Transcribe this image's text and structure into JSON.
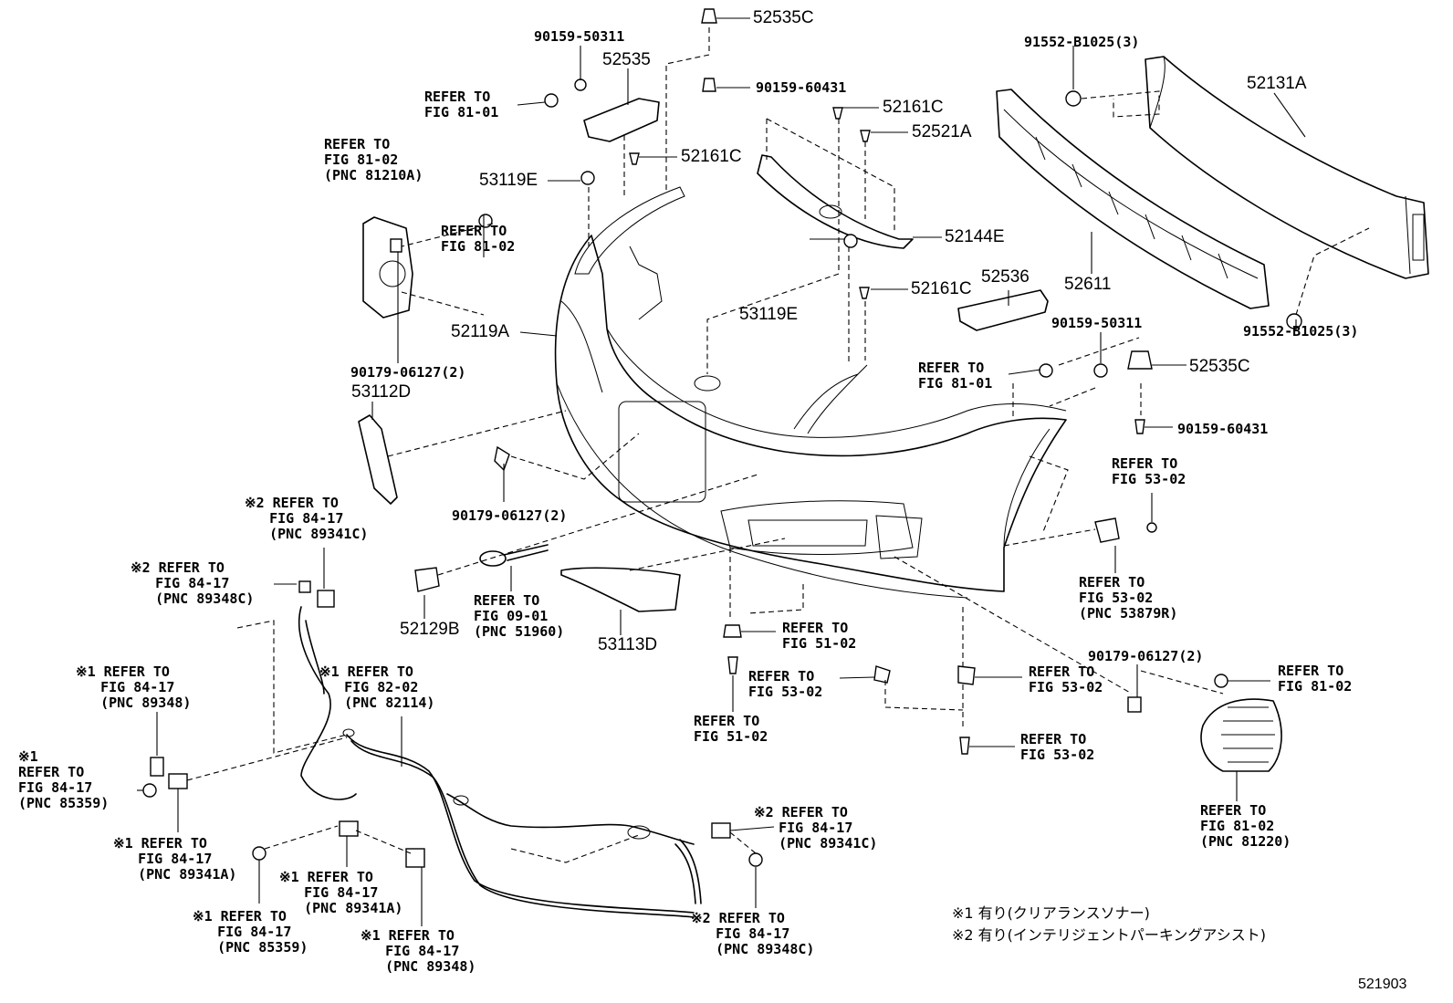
{
  "labels": {
    "p52535C_top": "52535C",
    "p90159_50311_top": "90159-50311",
    "p52535": "52535",
    "p90159_60431_top": "90159-60431",
    "refer_81_01_top": "REFER TO\nFIG 81-01",
    "p52161C_a": "52161C",
    "p52521A": "52521A",
    "p52161C_b": "52161C",
    "refer_81_02_81210A": "REFER TO\nFIG 81-02\n(PNC 81210A)",
    "p53119E_top": "53119E",
    "refer_81_02_mid": "REFER TO\nFIG 81-02",
    "p52119A": "52119A",
    "p90179_06127_left": "90179-06127(2)",
    "p53112D": "53112D",
    "p91552_top": "91552-B1025(3)",
    "p52131A": "52131A",
    "p52144E": "52144E",
    "p52611": "52611",
    "p91552_bot": "91552-B1025(3)",
    "p52161C_c": "52161C",
    "p52536": "52536",
    "p53119E_mid": "53119E",
    "p90159_50311_right": "90159-50311",
    "refer_81_01_right": "REFER TO\nFIG 81-01",
    "p52535C_right": "52535C",
    "p90159_60431_right": "90159-60431",
    "refer_53_02_top": "REFER TO\nFIG 53-02",
    "p90179_06127_center": "90179-06127(2)",
    "refer_84_17_89341C_top": "※2 REFER TO\n   FIG 84-17\n   (PNC 89341C)",
    "refer_84_17_89348C_left": "※2 REFER TO\n   FIG 84-17\n   (PNC 89348C)",
    "p52129B": "52129B",
    "refer_09_01": "REFER TO\nFIG 09-01\n(PNC 51960)",
    "p53113D": "53113D",
    "refer_53_02_53879R": "REFER TO\nFIG 53-02\n(PNC 53879R)",
    "refer_51_02_a": "REFER TO\nFIG 51-02",
    "refer_53_02_center": "REFER TO\nFIG 53-02",
    "refer_51_02_b": "REFER TO\nFIG 51-02",
    "refer_53_02_right": "REFER TO\nFIG 53-02",
    "p90179_06127_right": "90179-06127(2)",
    "refer_81_02_right": "REFER TO\nFIG 81-02",
    "refer_53_02_lower": "REFER TO\nFIG 53-02",
    "refer_81_02_81220": "REFER TO\nFIG 81-02\n(PNC 81220)",
    "refer_84_17_89348": "※1 REFER TO\n   FIG 84-17\n   (PNC 89348)",
    "refer_82_02": "※1 REFER TO\n   FIG 82-02\n   (PNC 82114)",
    "refer_84_17_85359_left": "※1\nREFER TO\nFIG 84-17\n(PNC 85359)",
    "refer_84_17_89341A_left": "※1 REFER TO\n   FIG 84-17\n   (PNC 89341A)",
    "refer_84_17_89341A_center": "※1 REFER TO\n   FIG 84-17\n   (PNC 89341A)",
    "refer_84_17_85359_bottom": "※1 REFER TO\n   FIG 84-17\n   (PNC 85359)",
    "refer_84_17_89348_bottom": "※1 REFER TO\n   FIG 84-17\n   (PNC 89348)",
    "refer_84_17_89341C_right": "※2 REFER TO\n   FIG 84-17\n   (PNC 89341C)",
    "refer_84_17_89348C_bottom": "※2 REFER TO\n   FIG 84-17\n   (PNC 89348C)"
  },
  "legend": {
    "note1": "※1 有り(クリアランスソナー)",
    "note2": "※2 有り(インテリジェントパーキングアシスト)"
  },
  "figure_number": "521903"
}
